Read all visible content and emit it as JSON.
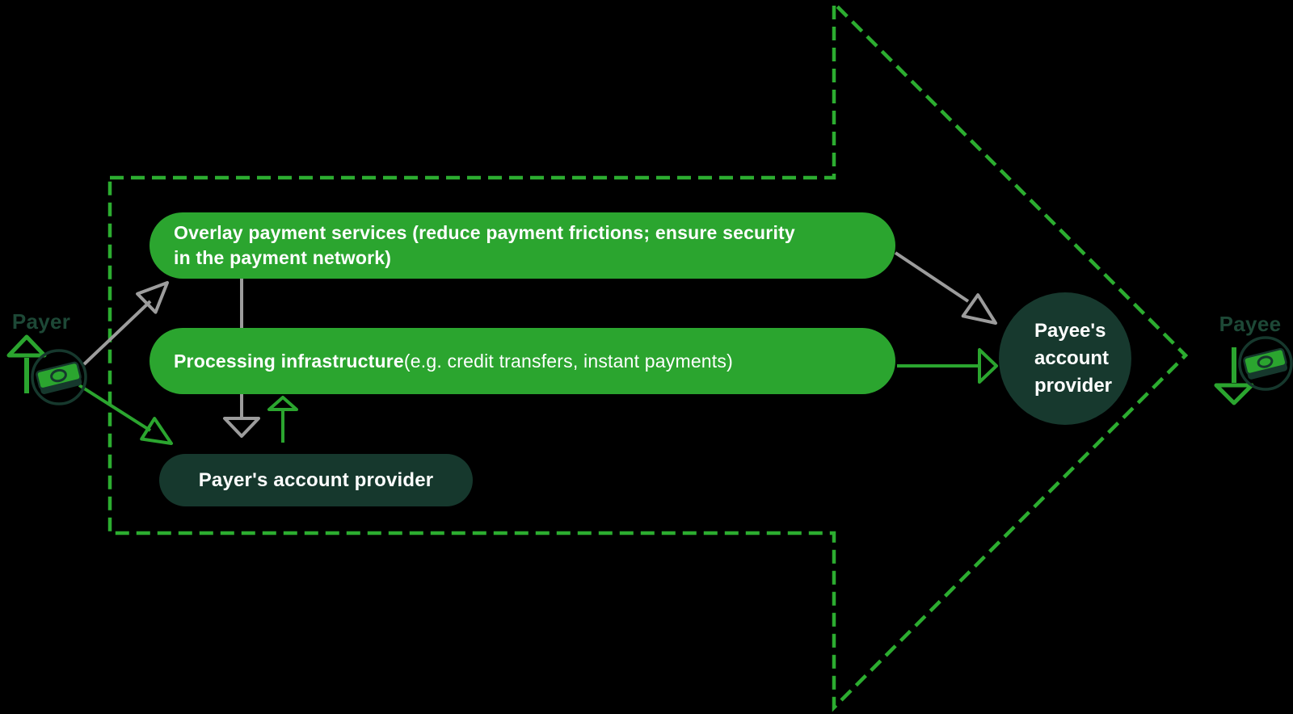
{
  "diagram": {
    "description": "Payment flow from payer to payee through overlay services, processing infrastructure and account providers",
    "colors": {
      "flow_arrow_dash_green": "#2cad30",
      "node_green": "#2ba52f",
      "node_dark_green": "#16382d",
      "payee_circle_green": "#17392e",
      "connector_gray": "#9c9c9c",
      "actor_label_green": "#1d4836",
      "text_white": "#ffffff",
      "background": "#000000"
    }
  },
  "actors": {
    "payer": {
      "label": "Payer",
      "icon": "banknote-icon"
    },
    "payee": {
      "label": "Payee",
      "icon": "banknote-icon"
    }
  },
  "nodes": {
    "overlay": {
      "line1": "Overlay payment services (reduce payment frictions; ensure security",
      "line2": "in the payment network)"
    },
    "processing": {
      "bold": "Processing infrastructure",
      "rest": " (e.g. credit transfers, instant payments)"
    },
    "payer_provider": {
      "label": "Payer's account provider"
    },
    "payee_provider": {
      "label": "Payee's account provider"
    }
  }
}
